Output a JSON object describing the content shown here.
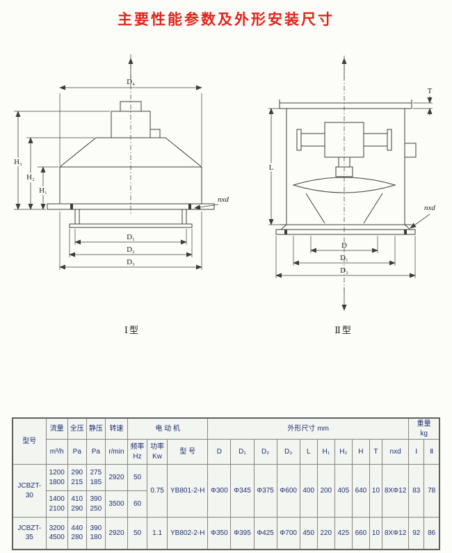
{
  "page": {
    "title": "主要性能参数及外形安装尺寸"
  },
  "drawing1": {
    "caption": "Ⅰ型",
    "labels": {
      "d4": "D₄",
      "h3": "H₃",
      "h2": "H₂",
      "h1": "H₁",
      "d1": "D₁",
      "d2": "D₂",
      "d3": "D₃",
      "nxd": "nxd"
    }
  },
  "drawing2": {
    "caption": "Ⅱ型",
    "labels": {
      "t": "T",
      "l": "L",
      "d": "D",
      "d1": "D₁",
      "d2": "D₂",
      "nxd": "nxd"
    }
  },
  "table": {
    "headers": {
      "model": "型号",
      "flow": "流量",
      "flow_unit": "m³/h",
      "tp": "全压",
      "tp_unit": "Pa",
      "sp": "静压",
      "sp_unit": "Pa",
      "speed": "转速",
      "speed_unit": "r/min",
      "motor_group": "电  动  机",
      "freq": "频率\nHz",
      "power": "功率\nKw",
      "motor_model": "型  号",
      "dims_group": "外形尺寸  mm",
      "dims": [
        "D",
        "D₁",
        "D₂",
        "D₃",
        "L",
        "H₁",
        "H₂",
        "H",
        "T",
        "nxd"
      ],
      "weight_group": "重量\nkg",
      "weights": [
        "Ⅰ",
        "Ⅱ"
      ]
    },
    "rows": {
      "r1": {
        "model": "JCBZT-\n30",
        "a": {
          "flow": "1200\n1800",
          "tp": "290\n215",
          "sp": "275\n185",
          "speed": "2920",
          "freq": "50"
        },
        "b": {
          "flow": "1400\n2100",
          "tp": "410\n290",
          "sp": "390\n250",
          "speed": "3500",
          "freq": "60"
        },
        "power": "0.75",
        "motor": "YB801-2-H",
        "dims": [
          "Φ300",
          "Φ345",
          "Φ375",
          "Φ600",
          "400",
          "200",
          "405",
          "640",
          "10",
          "8XΦ12"
        ],
        "weights": [
          "83",
          "78"
        ]
      },
      "r2": {
        "model": "JCBZT-\n35",
        "a": {
          "flow": "3200\n4500",
          "tp": "440\n280",
          "sp": "390\n180",
          "speed": "2920",
          "freq": "50"
        },
        "power": "1.1",
        "motor": "YB802-2-H",
        "dims": [
          "Φ350",
          "Φ395",
          "Φ425",
          "Φ700",
          "450",
          "220",
          "425",
          "660",
          "10",
          "8XΦ12"
        ],
        "weights": [
          "92",
          "86"
        ]
      }
    }
  }
}
